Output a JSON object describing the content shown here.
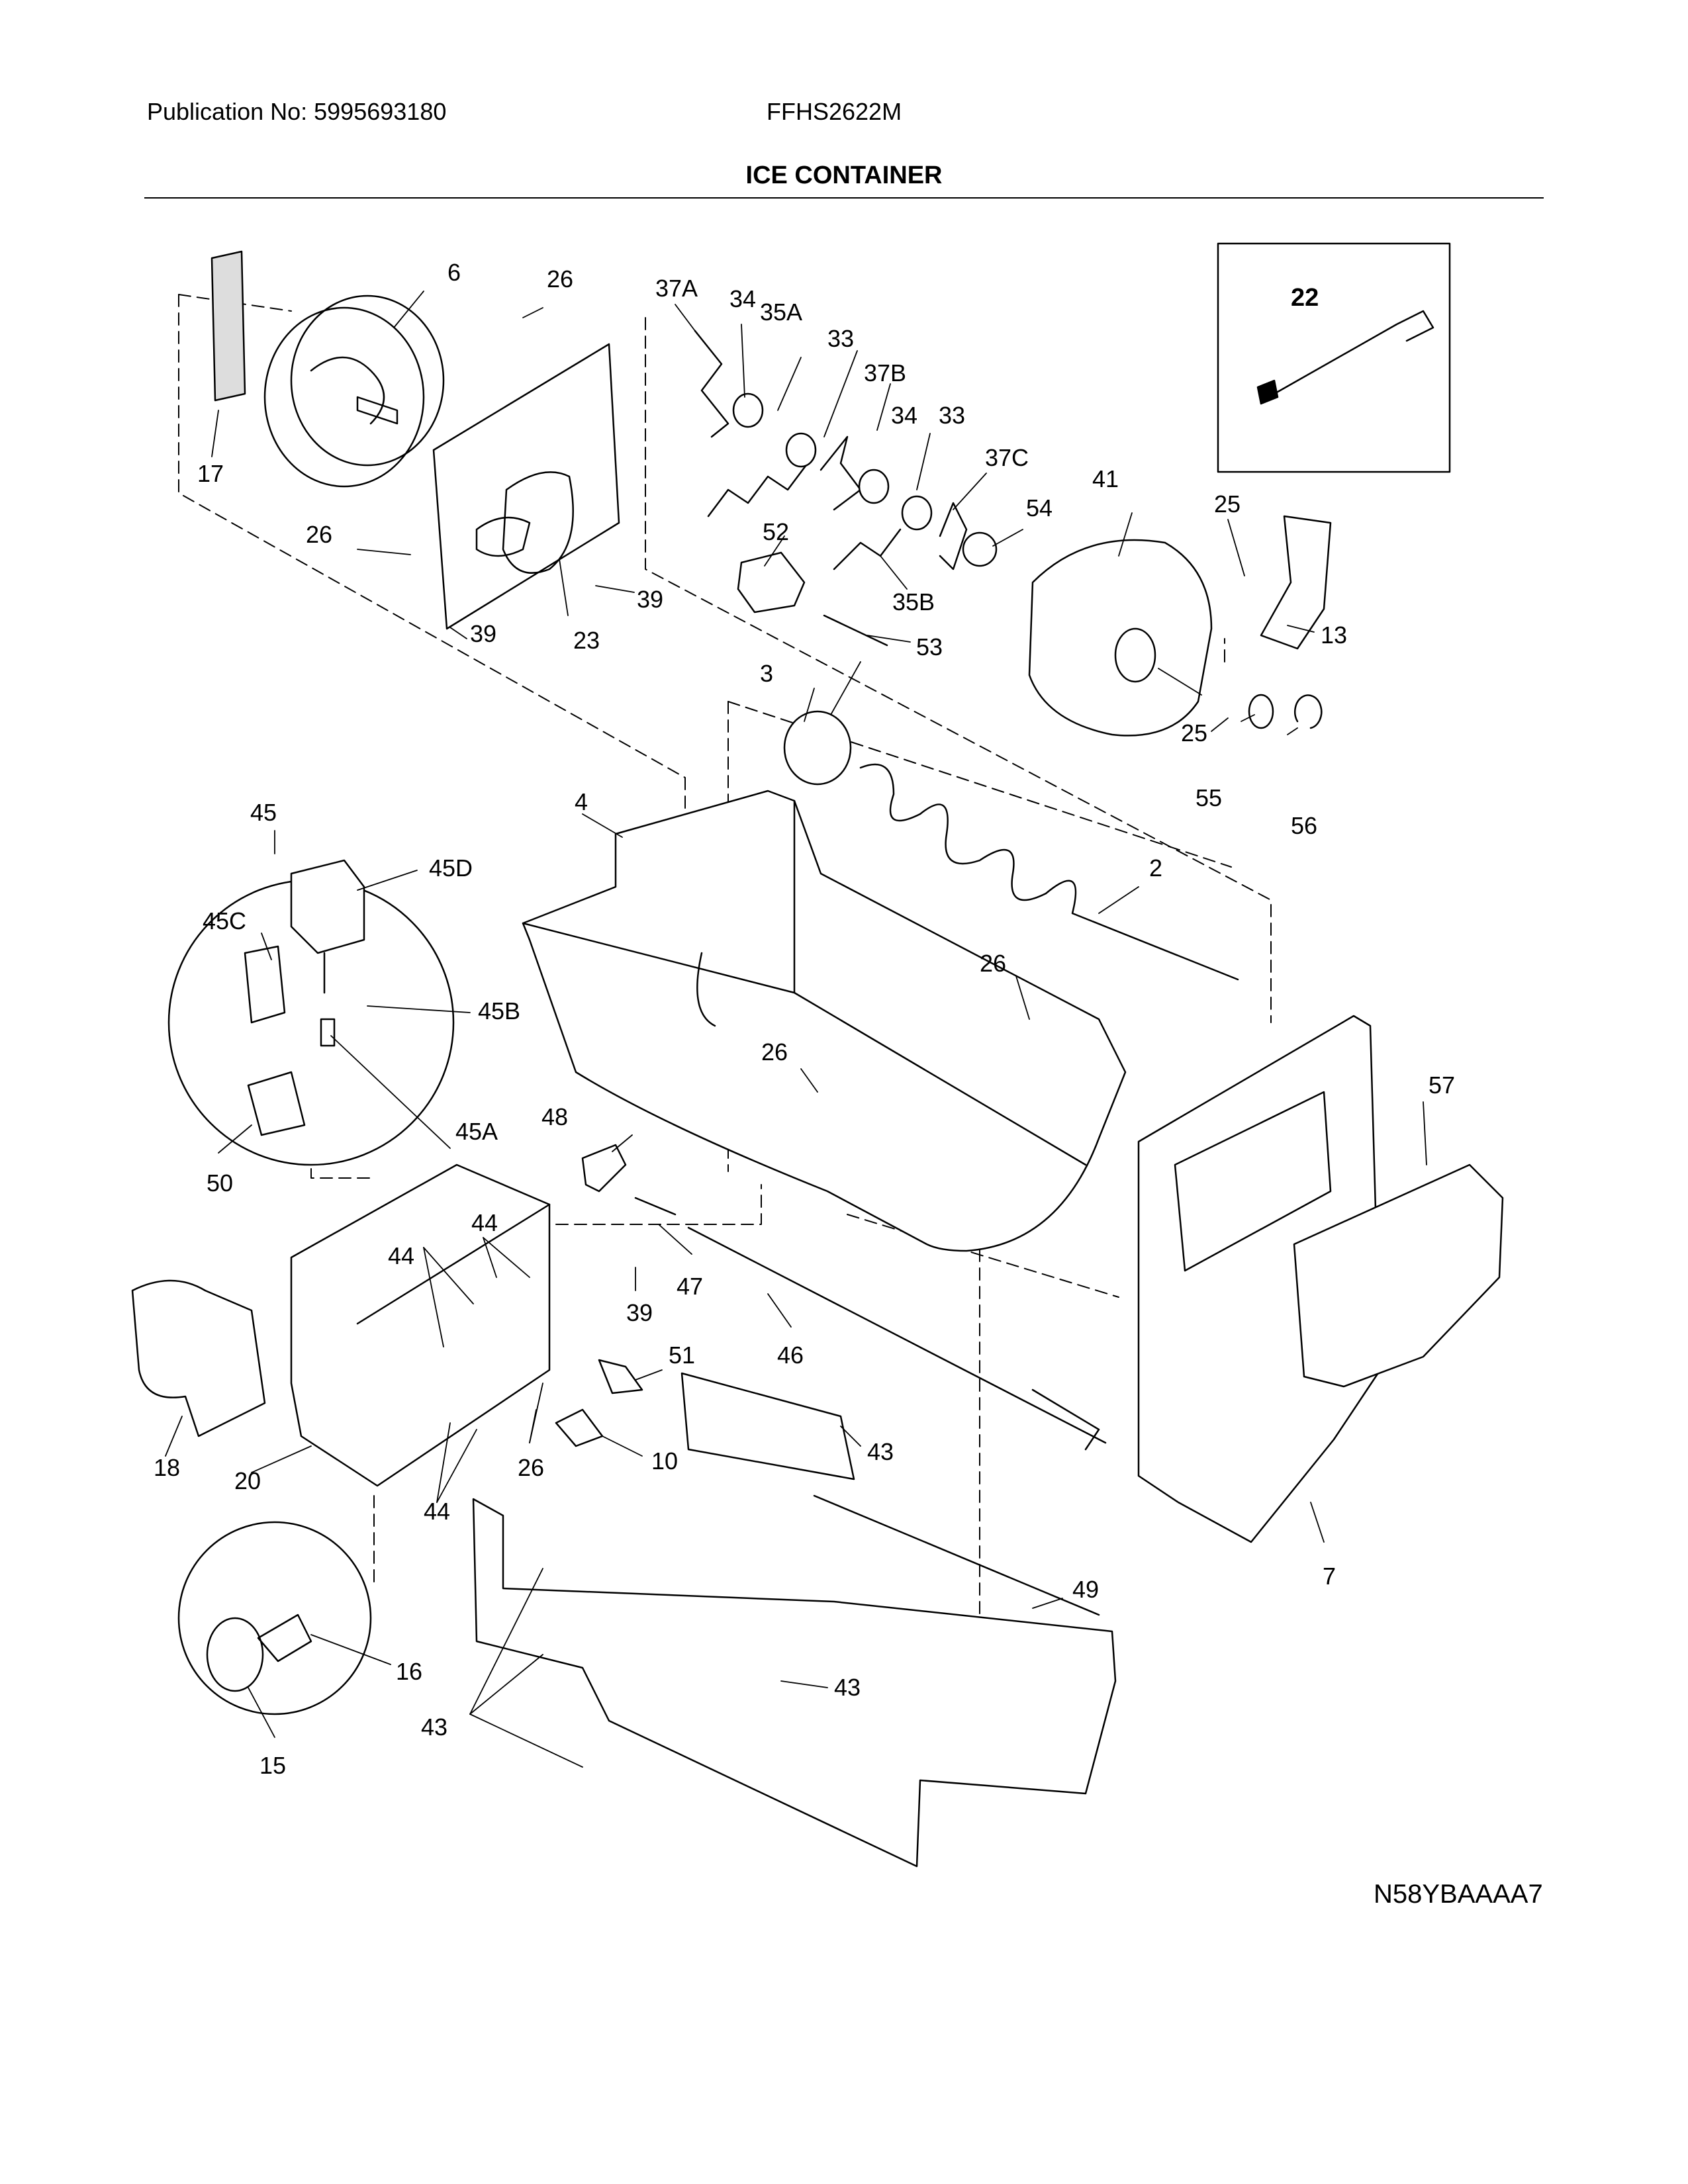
{
  "header": {
    "publication": "Publication No: 5995693180",
    "model": "FFHS2622M",
    "title": "ICE CONTAINER"
  },
  "diagram": {
    "inset_part": "22",
    "footer_code": "N58YBAAAA7",
    "part_labels": [
      "17",
      "6",
      "26",
      "37A",
      "34",
      "35A",
      "33",
      "37B",
      "34",
      "33",
      "37C",
      "41",
      "25",
      "22",
      "54",
      "13",
      "26",
      "39",
      "23",
      "39",
      "52",
      "53",
      "35B",
      "25",
      "55",
      "56",
      "3",
      "4",
      "2",
      "45",
      "45D",
      "45C",
      "45B",
      "45A",
      "50",
      "26",
      "26",
      "57",
      "48",
      "44",
      "44",
      "47",
      "39",
      "46",
      "51",
      "10",
      "43",
      "18",
      "20",
      "26",
      "44",
      "7",
      "49",
      "16",
      "43",
      "43",
      "15"
    ]
  },
  "colors": {
    "line": "#000000",
    "fill": "#ffffff",
    "shade": "#dddddd"
  }
}
